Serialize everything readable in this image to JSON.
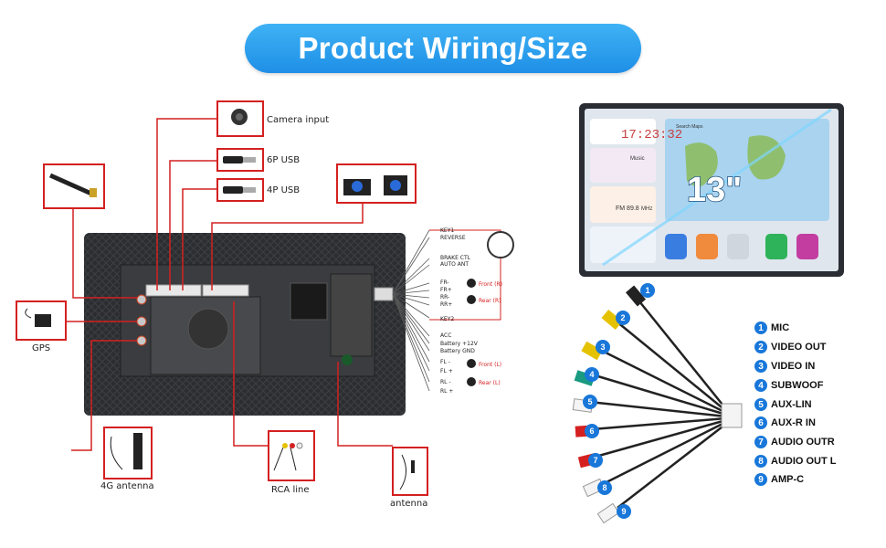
{
  "title": "Product Wiring/Size",
  "components": {
    "camera_input": "Camera input",
    "usb_6p": "6P USB",
    "usb_4p": "4P USB",
    "gps": "GPS",
    "antenna_4g": "4G antenna",
    "rca_line": "RCA line",
    "antenna": "antenna"
  },
  "harness_labels": {
    "key1": "KEY1",
    "reverse": "REVERSE",
    "brake": "BRAKE CTL",
    "auto_ant": "AUTO ANT",
    "fr_minus": "FR-",
    "fr_plus": "FR+",
    "rr_minus": "RR-",
    "rr_plus": "RR+",
    "key2": "KEY2",
    "acc": "ACC",
    "battery": "Battery +12V",
    "gnd": "Battery GND",
    "fl_minus": "FL -",
    "fl_plus": "FL +",
    "rl_minus": "RL -",
    "rl_plus": "RL +",
    "front_r": "Front (R)",
    "rear_r": "Rear (R)",
    "front_l": "Front (L)",
    "rear_l": "Rear (L)"
  },
  "screen": {
    "size_label": "13\"",
    "clock": "17:23:32",
    "music": "Music",
    "fm": "FM 89.8",
    "mhz": "MHz",
    "search": "Search Maps"
  },
  "rca_legend": [
    {
      "num": "1",
      "label": "MIC"
    },
    {
      "num": "2",
      "label": "VIDEO OUT"
    },
    {
      "num": "3",
      "label": "VIDEO IN"
    },
    {
      "num": "4",
      "label": "SUBWOOF"
    },
    {
      "num": "5",
      "label": "AUX-LIN"
    },
    {
      "num": "6",
      "label": "AUX-R IN"
    },
    {
      "num": "7",
      "label": "AUDIO OUTR"
    },
    {
      "num": "8",
      "label": "AUDIO OUT L"
    },
    {
      "num": "9",
      "label": "AMP-C"
    }
  ],
  "colors": {
    "banner": "#1e8fe6",
    "wire_red": "#d42020",
    "legend_badge": "#1877d9"
  }
}
